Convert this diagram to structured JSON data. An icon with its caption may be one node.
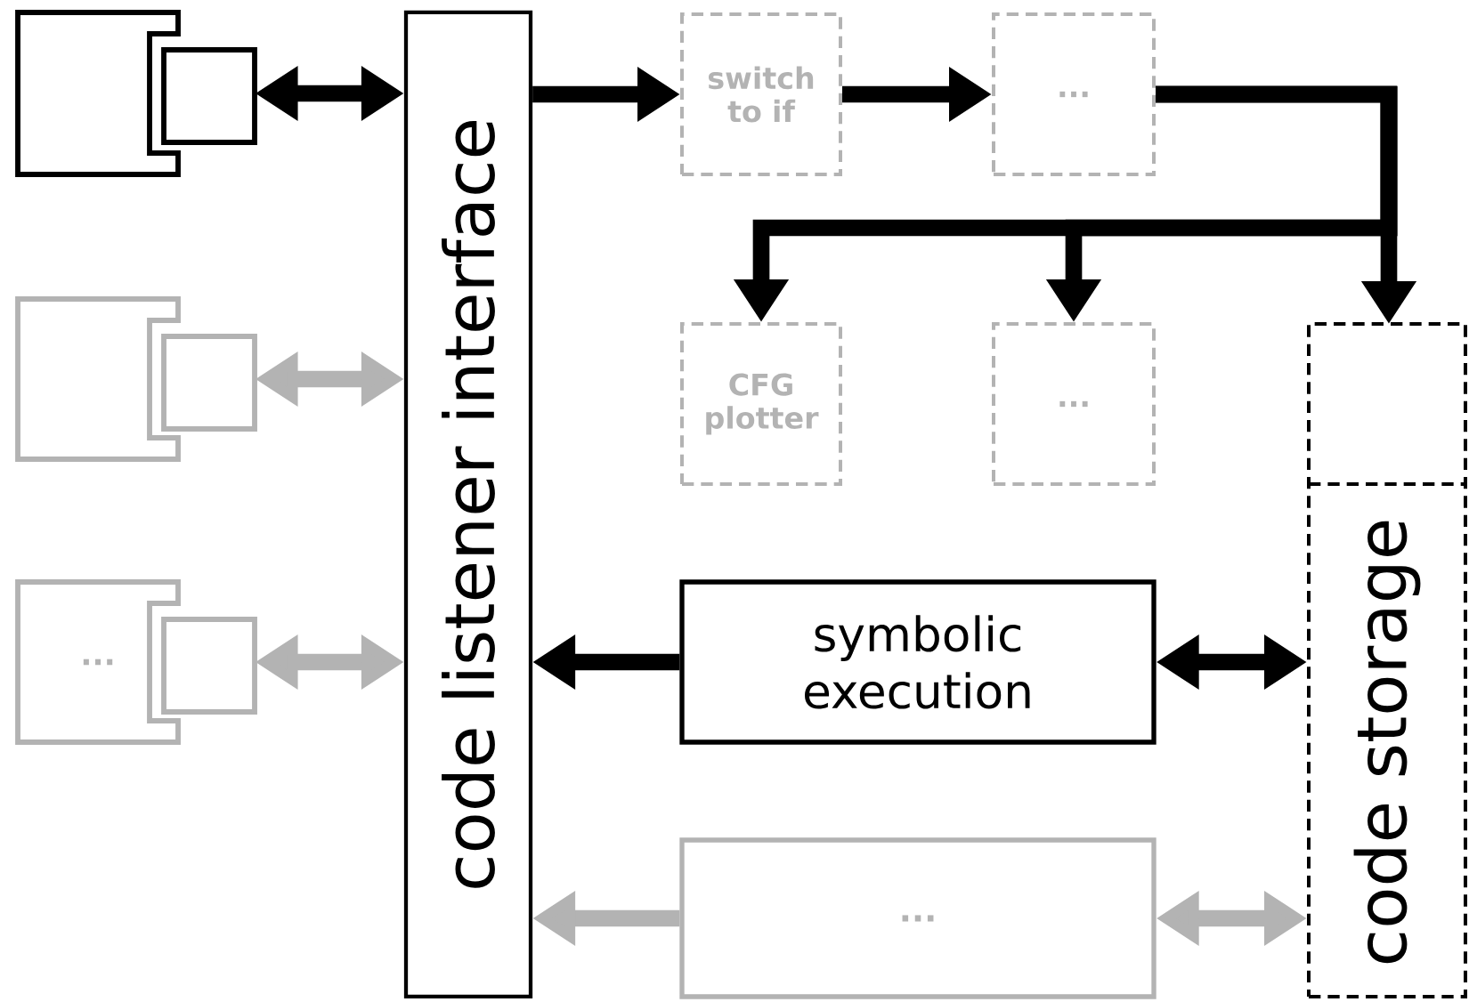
{
  "diagram": {
    "nodes": [
      {
        "text": [],
        "shape": "box"
      },
      {
        "text": [],
        "shape": "box"
      },
      {
        "text": [
          "..."
        ]
      },
      {
        "text": [
          "code listener interface"
        ]
      },
      {
        "text": [
          "switch to if"
        ]
      },
      {
        "text": [
          "..."
        ]
      },
      {
        "text": [
          "CFG plotter"
        ]
      },
      {
        "text": [
          "..."
        ]
      },
      {
        "text": [
          "code storage"
        ]
      },
      {
        "text": [
          "symbolic execution"
        ]
      },
      {
        "text": [
          "..."
        ]
      }
    ],
    "edges": [
      {
        "from": 0,
        "to": 3,
        "arrow": "both"
      },
      {
        "from": 1,
        "to": 3,
        "arrow": "both",
        "color": "#b3b3b3"
      },
      {
        "from": 2,
        "to": 3,
        "arrow": "both",
        "color": "#b3b3b3"
      },
      {
        "from": 3,
        "to": 4,
        "arrow": "to"
      },
      {
        "from": 4,
        "to": 5,
        "arrow": "to"
      },
      {
        "from": 5,
        "to": 6,
        "arrow": "to"
      },
      {
        "from": 5,
        "to": 7,
        "arrow": "to"
      },
      {
        "from": 5,
        "to": 8,
        "arrow": "to"
      },
      {
        "from": 9,
        "to": 3,
        "arrow": "to"
      },
      {
        "from": 9,
        "to": 8,
        "arrow": "both"
      },
      {
        "from": 10,
        "to": 3,
        "arrow": "to",
        "color": "#b3b3b3"
      },
      {
        "from": 10,
        "to": 8,
        "arrow": "both",
        "color": "#b3b3b3"
      }
    ]
  }
}
